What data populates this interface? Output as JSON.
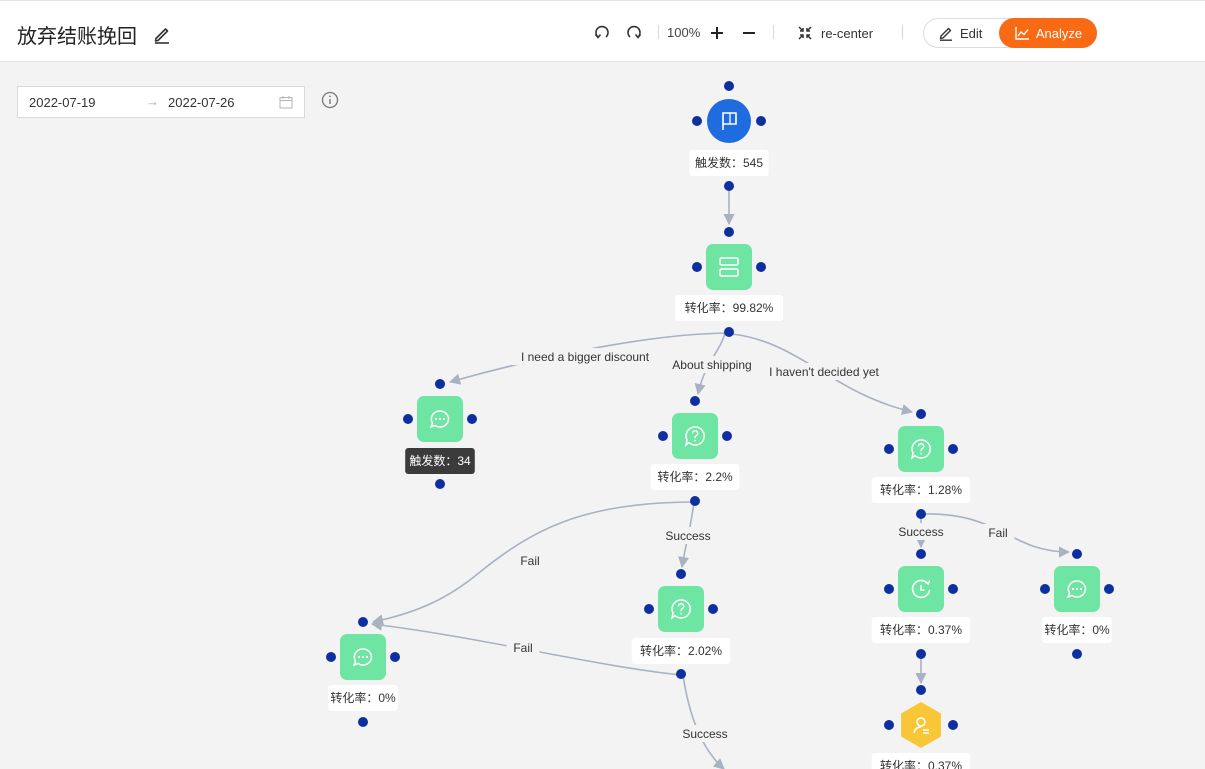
{
  "header": {
    "title": "放弃结账挽回",
    "zoom": "100%",
    "recenter_label": "re-center",
    "edit_label": "Edit",
    "analyze_label": "Analyze",
    "accent_color": "#f86b14"
  },
  "filters": {
    "date_start": "2022-07-19",
    "date_end": "2022-07-26",
    "arrow": "→"
  },
  "flow": {
    "nodes": [
      {
        "id": "trigger",
        "icon": "flag-icon",
        "kind": "trigger",
        "label": "触发数：545"
      },
      {
        "id": "split",
        "icon": "split-icon",
        "kind": "action",
        "label": "转化率：99.82%"
      },
      {
        "id": "msg-discount",
        "icon": "chat-icon",
        "kind": "action",
        "label": "触发数：34",
        "label_style": "dark"
      },
      {
        "id": "q-shipping",
        "icon": "question-icon",
        "kind": "action",
        "label": "转化率：2.2%"
      },
      {
        "id": "q-undecided",
        "icon": "question-icon",
        "kind": "action",
        "label": "转化率：1.28%"
      },
      {
        "id": "q-shipping-2",
        "icon": "question-icon",
        "kind": "action",
        "label": "转化率：2.02%"
      },
      {
        "id": "msg-fail-left",
        "icon": "chat-icon",
        "kind": "action",
        "label": "转化率：0%"
      },
      {
        "id": "wait",
        "icon": "clock-icon",
        "kind": "action",
        "label": "转化率：0.37%"
      },
      {
        "id": "msg-fail-right",
        "icon": "chat-icon",
        "kind": "action",
        "label": "转化率：0%"
      },
      {
        "id": "agent",
        "icon": "agent-icon",
        "kind": "agent",
        "label": "转化率：0.37%"
      }
    ],
    "edges": [
      {
        "from": "trigger",
        "to": "split",
        "label": ""
      },
      {
        "from": "split",
        "to": "msg-discount",
        "label": "I need a bigger discount"
      },
      {
        "from": "split",
        "to": "q-shipping",
        "label": "About  shipping"
      },
      {
        "from": "split",
        "to": "q-undecided",
        "label": "I haven't decided yet"
      },
      {
        "from": "q-shipping",
        "to": "q-shipping-2",
        "label": "Success"
      },
      {
        "from": "q-shipping",
        "to": "msg-fail-left",
        "label": "Fail"
      },
      {
        "from": "q-shipping-2",
        "to": "msg-fail-left",
        "label": "Fail"
      },
      {
        "from": "q-shipping-2",
        "to": "offscreen",
        "label": "Success"
      },
      {
        "from": "q-undecided",
        "to": "wait",
        "label": "Success"
      },
      {
        "from": "q-undecided",
        "to": "msg-fail-right",
        "label": "Fail"
      },
      {
        "from": "wait",
        "to": "agent",
        "label": ""
      }
    ],
    "colors": {
      "node_green": "#6ee5a3",
      "trigger_blue": "#1f6be0",
      "agent_yellow": "#f8c636",
      "port": "#0d2fa0",
      "edge": "#a8b2c1"
    }
  }
}
